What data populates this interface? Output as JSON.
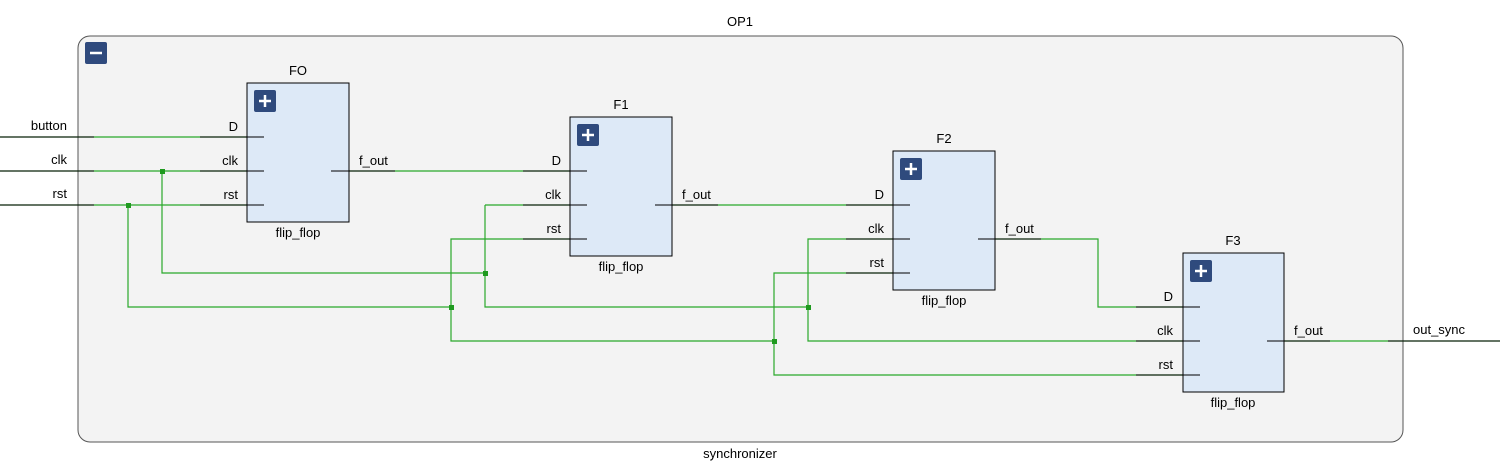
{
  "outer": {
    "title": "OP1",
    "caption": "synchronizer",
    "collapse_glyph": "minus-icon"
  },
  "ports": {
    "inputs": [
      "button",
      "clk",
      "rst"
    ],
    "output": "out_sync"
  },
  "blocks": [
    {
      "name": "FO",
      "type": "flip_flop",
      "inputs": [
        "D",
        "clk",
        "rst"
      ],
      "output": "f_out",
      "expand_glyph": "plus-icon"
    },
    {
      "name": "F1",
      "type": "flip_flop",
      "inputs": [
        "D",
        "clk",
        "rst"
      ],
      "output": "f_out",
      "expand_glyph": "plus-icon"
    },
    {
      "name": "F2",
      "type": "flip_flop",
      "inputs": [
        "D",
        "clk",
        "rst"
      ],
      "output": "f_out",
      "expand_glyph": "plus-icon"
    },
    {
      "name": "F3",
      "type": "flip_flop",
      "inputs": [
        "D",
        "clk",
        "rst"
      ],
      "output": "f_out",
      "expand_glyph": "plus-icon"
    }
  ],
  "colors": {
    "wire": "#29a82a",
    "block_fill": "#dde9f7",
    "button": "#2f4a7d",
    "outer_fill": "#f3f3f3"
  }
}
